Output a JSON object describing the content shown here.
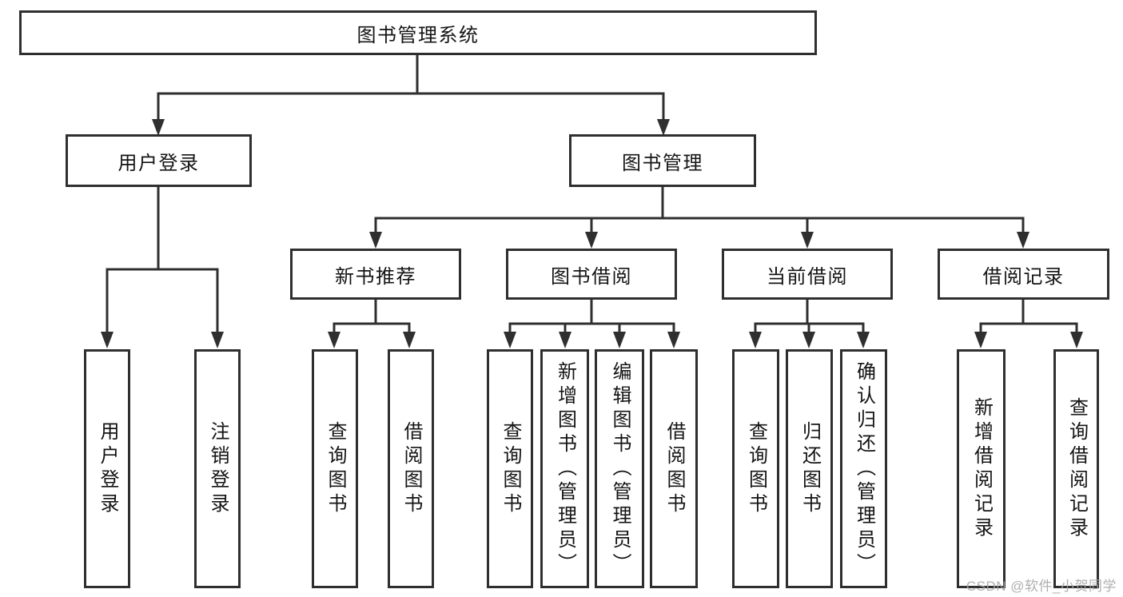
{
  "nodes": {
    "root": {
      "label": "图书管理系统"
    },
    "user_login": {
      "label": "用户登录"
    },
    "book_mgmt": {
      "label": "图书管理"
    },
    "new_book_rec": {
      "label": "新书推荐"
    },
    "book_borrow": {
      "label": "图书借阅"
    },
    "current_borrow": {
      "label": "当前借阅"
    },
    "borrow_records": {
      "label": "借阅记录"
    },
    "ul_login": {
      "label": "用户登录"
    },
    "ul_logout": {
      "label": "注销登录"
    },
    "nb_query": {
      "label": "查询图书"
    },
    "nb_borrow": {
      "label": "借阅图书"
    },
    "bb_query": {
      "label": "查询图书"
    },
    "bb_add": {
      "label": "新增图书（管理员）"
    },
    "bb_edit": {
      "label": "编辑图书（管理员）"
    },
    "bb_borrow": {
      "label": "借阅图书"
    },
    "cb_query": {
      "label": "查询图书"
    },
    "cb_return": {
      "label": "归还图书"
    },
    "cb_confirm": {
      "label": "确认归还（管理员）"
    },
    "br_add": {
      "label": "新增借阅记录"
    },
    "br_query": {
      "label": "查询借阅记录"
    }
  },
  "hierarchy": {
    "图书管理系统": {
      "用户登录": [
        "用户登录",
        "注销登录"
      ],
      "图书管理": {
        "新书推荐": [
          "查询图书",
          "借阅图书"
        ],
        "图书借阅": [
          "查询图书",
          "新增图书（管理员）",
          "编辑图书（管理员）",
          "借阅图书"
        ],
        "当前借阅": [
          "查询图书",
          "归还图书",
          "确认归还（管理员）"
        ],
        "借阅记录": [
          "新增借阅记录",
          "查询借阅记录"
        ]
      }
    }
  },
  "watermark": {
    "text": "CSDN @软件_小贺同学"
  },
  "colors": {
    "line": "#2f2f2f",
    "box_border": "#2f2f2f",
    "box_background": "#ffffff",
    "text": "#141414",
    "watermark": "#a6a6a6",
    "page_background": "#ffffff"
  }
}
